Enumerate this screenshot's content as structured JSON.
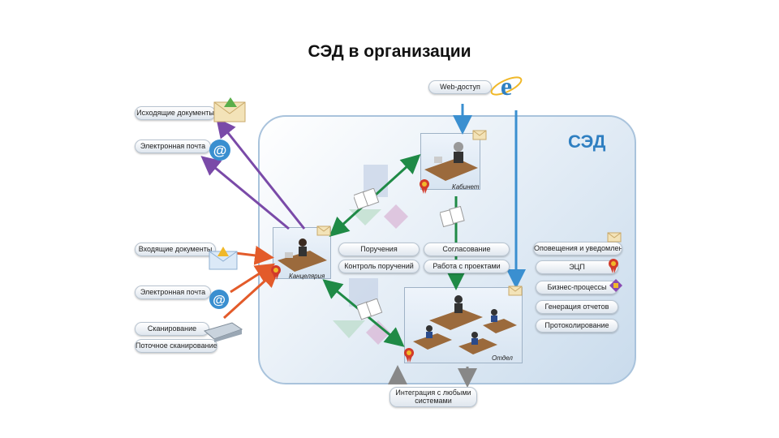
{
  "title": "СЭД в организации",
  "sed_label": "СЭД",
  "web_access": "Web-доступ",
  "left": {
    "outgoing_docs": "Исходящие документы",
    "email_out": "Электронная почта",
    "incoming_docs": "Входящие документы",
    "email_in": "Электронная почта",
    "scanning": "Сканирование",
    "stream_scanning": "Поточное сканирование"
  },
  "scenes": {
    "office": "Канцелярия",
    "cabinet": "Кабинет",
    "department": "Отдел"
  },
  "functions": {
    "orders": "Поручения",
    "approval": "Согласование",
    "control": "Контроль поручений",
    "projects": "Работа с проектами"
  },
  "services": [
    "Оповещения и уведомления",
    "ЭЦП",
    "Бизнес-процессы",
    "Генерация отчетов",
    "Протоколирование"
  ],
  "integration": "Интеграция с любыми системами",
  "colors": {
    "purple": "#7a4aa8",
    "orange": "#e35b2a",
    "green": "#1f8a46",
    "blue": "#3a8fd0",
    "sed_blue": "#2f7fc1"
  }
}
